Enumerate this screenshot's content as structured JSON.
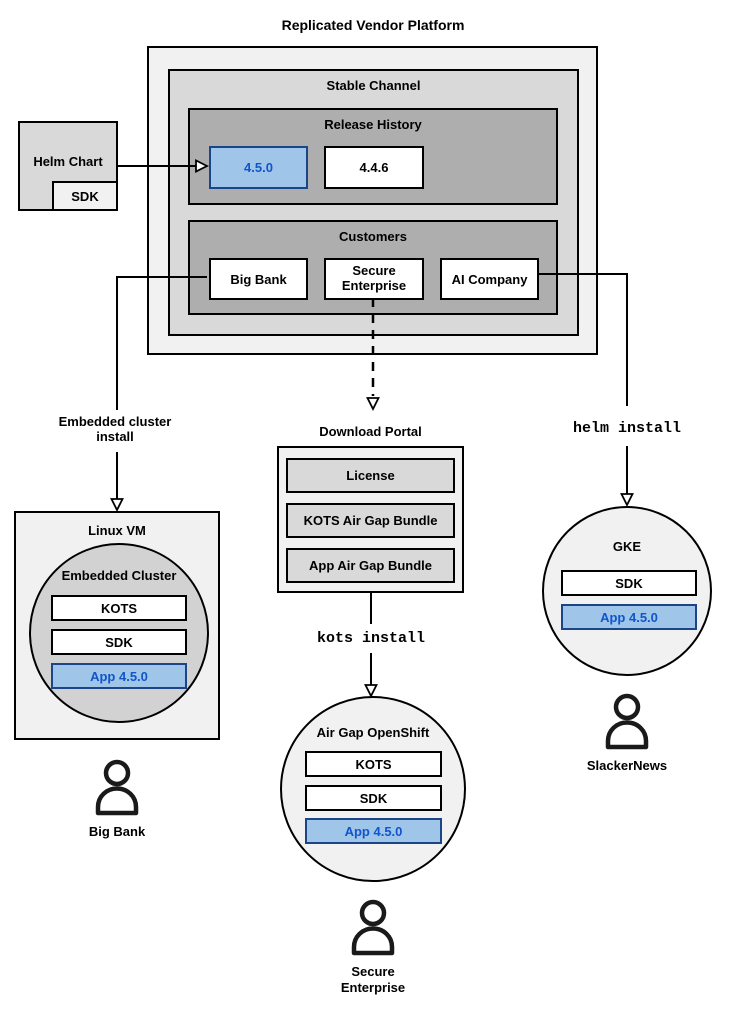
{
  "colors": {
    "highlight_fill": "#9fc5e8",
    "highlight_border": "#1c4587",
    "highlight_text": "#1155cc",
    "fill_light": "#f1f1f1",
    "fill_medium": "#d9d9d9",
    "fill_dark": "#aeaeae",
    "fill_circle": "#d2d2d2",
    "line": "#000000"
  },
  "platform": {
    "title": "Replicated Vendor Platform",
    "channel_label": "Stable Channel",
    "release_history": {
      "label": "Release History",
      "current_version": "4.5.0",
      "previous_version": "4.4.6"
    },
    "customers": {
      "label": "Customers",
      "items": [
        "Big Bank",
        "Secure Enterprise",
        "AI Company"
      ]
    }
  },
  "helm_chart": {
    "label": "Helm Chart",
    "sdk_label": "SDK"
  },
  "flow_embedded": {
    "install_label": "Embedded cluster install",
    "vm_label": "Linux VM",
    "cluster_label": "Embedded Cluster",
    "components": [
      "KOTS",
      "SDK",
      "App 4.5.0"
    ],
    "persona": "Big Bank"
  },
  "flow_airgap": {
    "portal_label": "Download Portal",
    "portal_items": [
      "License",
      "KOTS Air Gap Bundle",
      "App Air Gap Bundle"
    ],
    "install_label": "kots install",
    "cluster_label": "Air Gap OpenShift",
    "components": [
      "KOTS",
      "SDK",
      "App 4.5.0"
    ],
    "persona": "Secure Enterprise"
  },
  "flow_helm": {
    "install_label": "helm install",
    "cluster_label": "GKE",
    "components": [
      "SDK",
      "App 4.5.0"
    ],
    "persona": "SlackerNews"
  }
}
